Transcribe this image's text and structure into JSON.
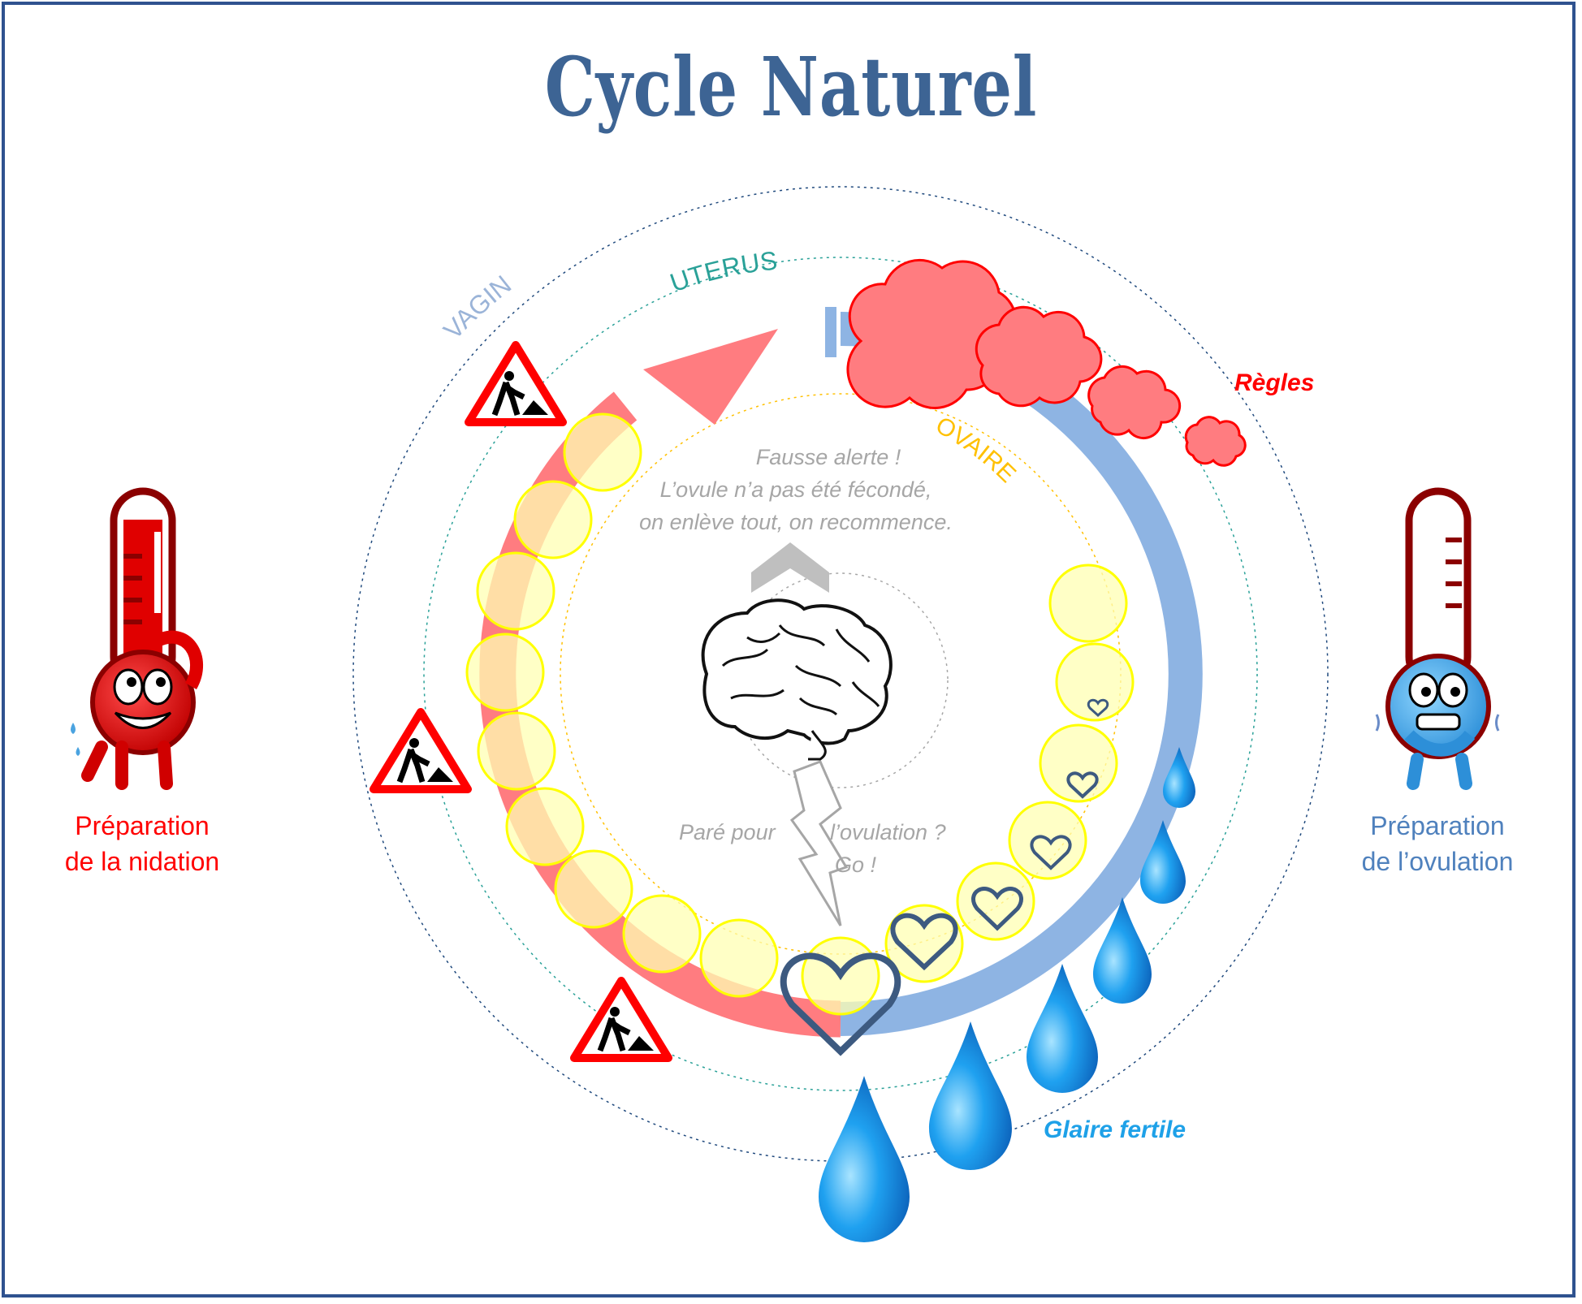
{
  "title": "Cycle Naturel",
  "rings": {
    "vagin": "VAGIN",
    "uterus": "UTERUS",
    "ovaire": "OVAIRE"
  },
  "notes": {
    "false_alarm": [
      "Fausse alerte !",
      "L’ovule n’a pas été fécondé,",
      "on enlève tout, on recommence."
    ],
    "ready_left": "Paré pour",
    "ready_right_1": "l’ovulation ?",
    "ready_right_2": "Go !"
  },
  "labels": {
    "regles": "Règles",
    "glaire": "Glaire fertile",
    "nidation_1": "Préparation",
    "nidation_2": "de la nidation",
    "ovulation_1": "Préparation",
    "ovulation_2": "de l’ovulation"
  },
  "colors": {
    "frame": "#2f528f",
    "title": "#3d6494",
    "red_arrow": "#ff7c80",
    "blue_arc": "#8eb4e3",
    "follicle_fill": "#ffffb3",
    "follicle_stroke": "#ffff00",
    "heart": "#3d5a80",
    "drop": "#1fa1f0",
    "cloud": "#ff7c80",
    "regles_text": "#ff0000",
    "glaire_text": "#1ea1e8",
    "vagin_text": "#9bb4d8",
    "uterus_text": "#2aa198",
    "ovaire_text": "#ffc000"
  },
  "icons": [
    "road-work-sign-icon",
    "brain-icon",
    "lightning-icon",
    "chevron-up-icon",
    "heart-icon",
    "water-drop-icon",
    "blood-cloud-icon",
    "thermometer-hot-icon",
    "thermometer-cold-icon"
  ]
}
